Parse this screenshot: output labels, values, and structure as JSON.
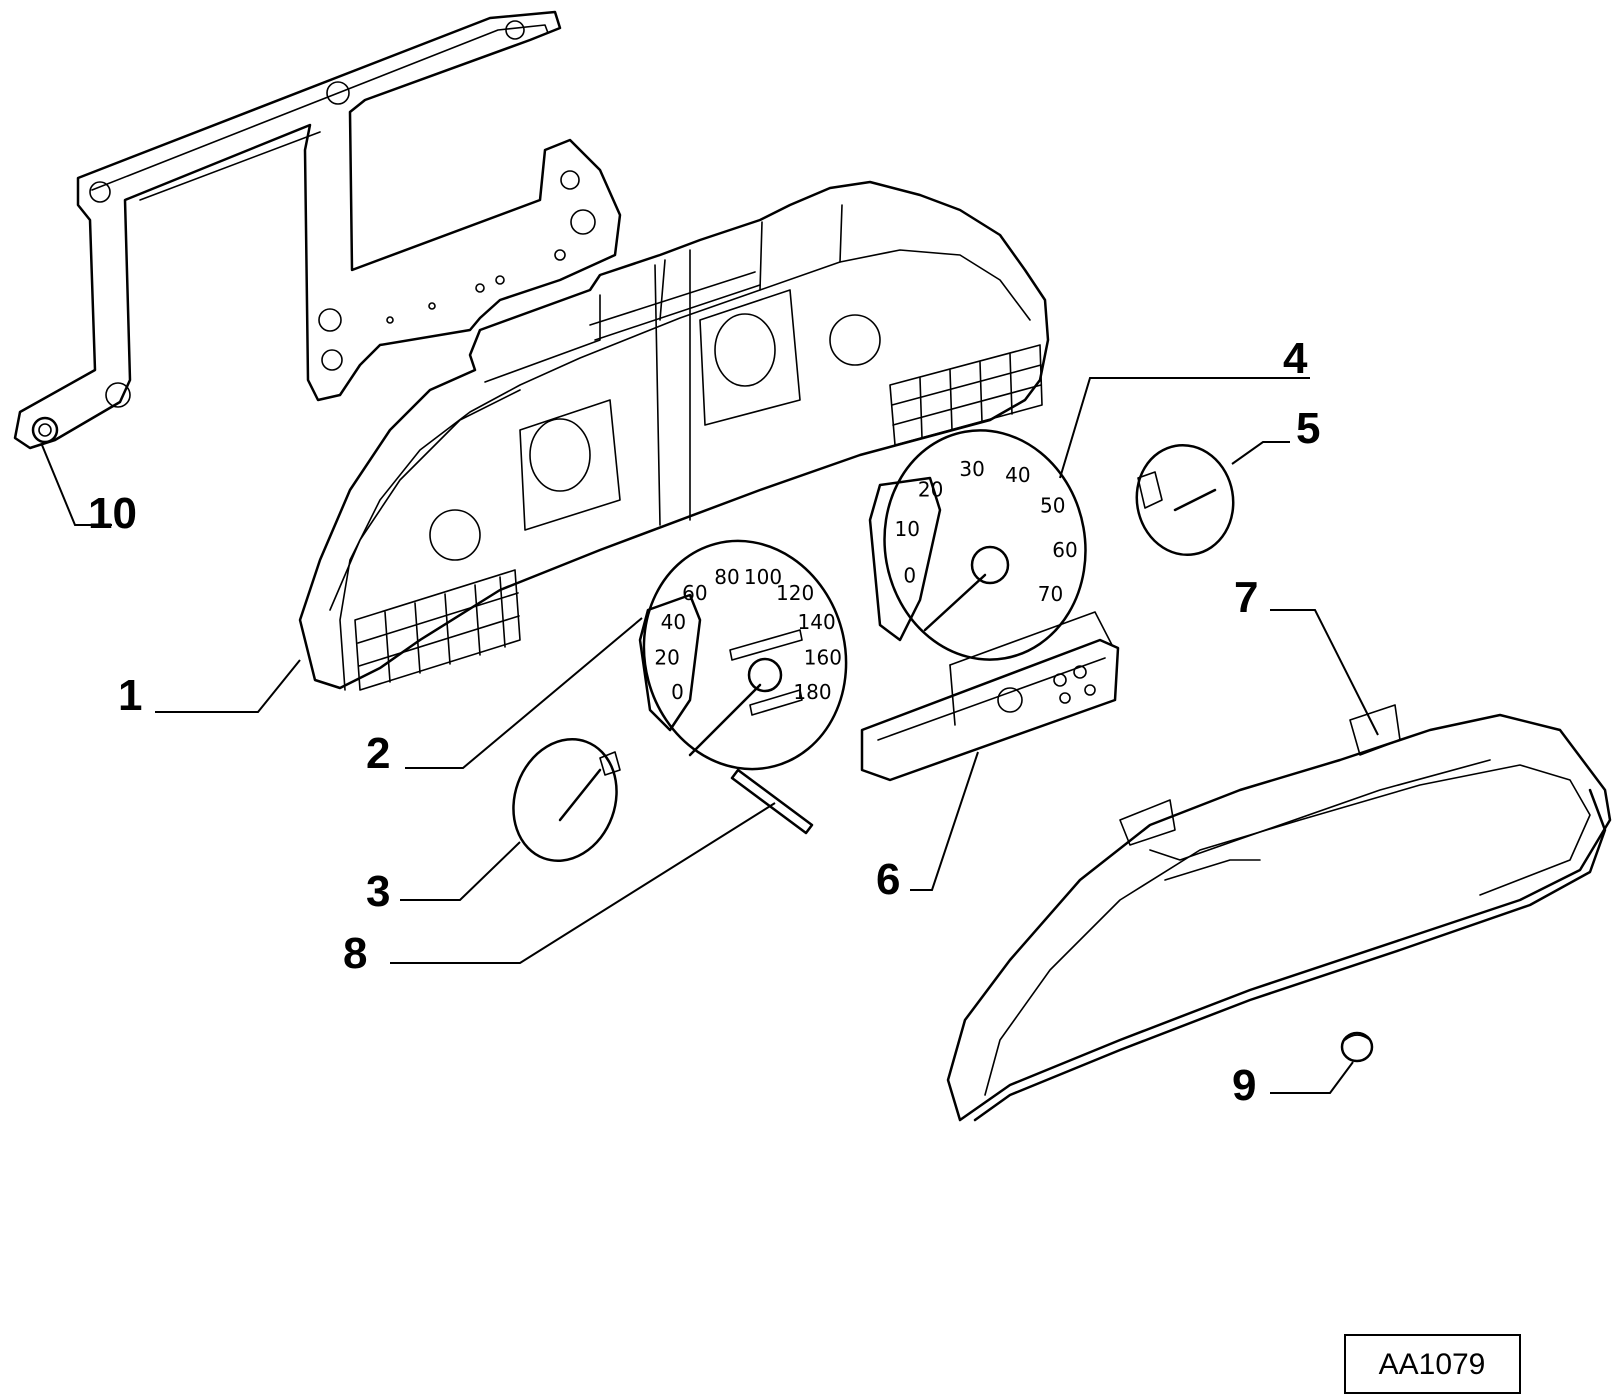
{
  "reference_code": "AA1079",
  "callouts": [
    {
      "id": 1,
      "label": "1"
    },
    {
      "id": 2,
      "label": "2"
    },
    {
      "id": 3,
      "label": "3"
    },
    {
      "id": 4,
      "label": "4"
    },
    {
      "id": 5,
      "label": "5"
    },
    {
      "id": 6,
      "label": "6"
    },
    {
      "id": 7,
      "label": "7"
    },
    {
      "id": 8,
      "label": "8"
    },
    {
      "id": 9,
      "label": "9"
    },
    {
      "id": 10,
      "label": "10"
    }
  ],
  "speedometer_scale": [
    "0",
    "20",
    "40",
    "60",
    "80",
    "100",
    "120",
    "140",
    "160",
    "180"
  ],
  "tachometer_scale": [
    "0",
    "10",
    "20",
    "30",
    "40",
    "50",
    "60",
    "70"
  ]
}
